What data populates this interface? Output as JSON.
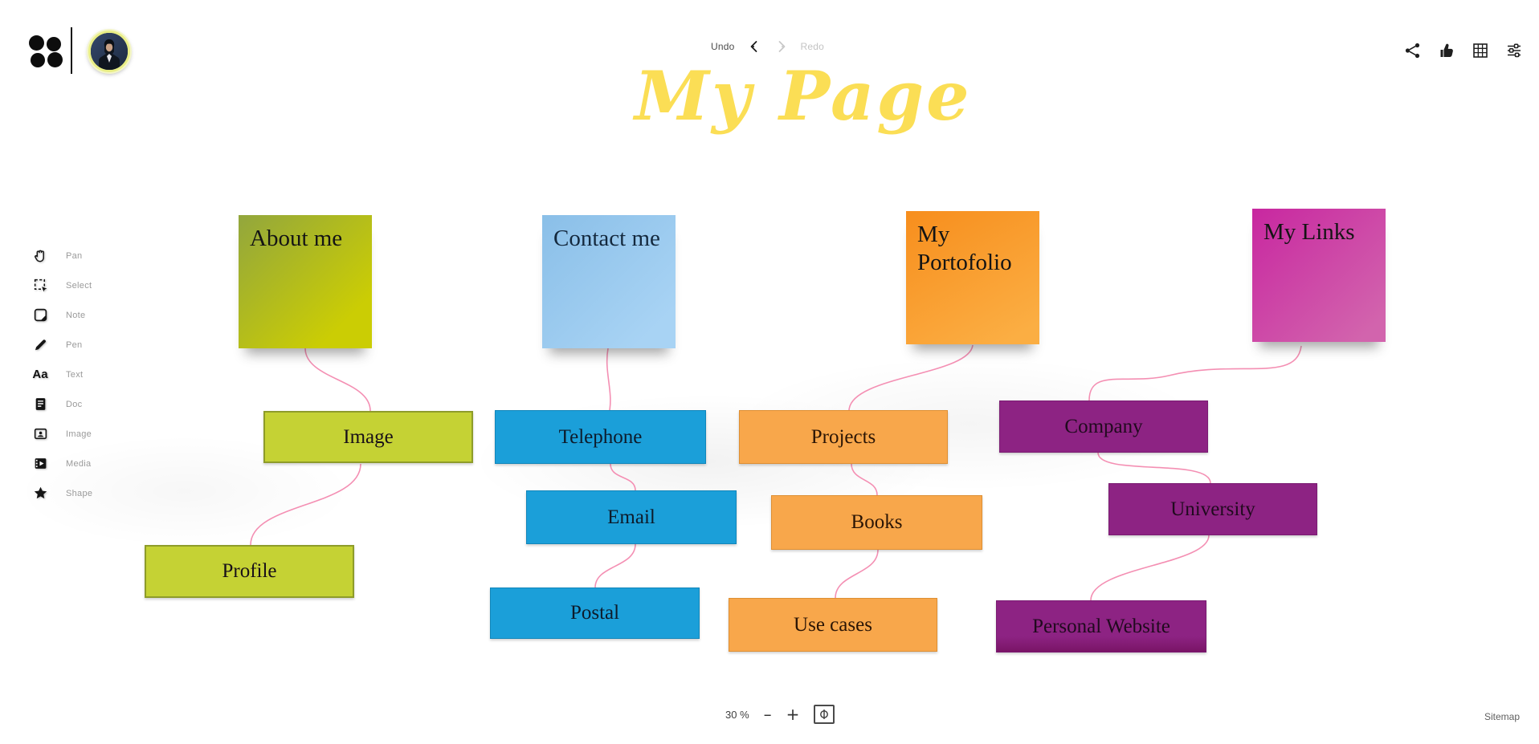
{
  "header": {
    "undo": "Undo",
    "redo": "Redo",
    "title": "My Page",
    "right_icons": [
      "share",
      "like",
      "grid",
      "settings"
    ]
  },
  "toolbar": {
    "text_glyph": "Aa",
    "items": [
      {
        "label": "Pan",
        "icon": "hand-icon"
      },
      {
        "label": "Select",
        "icon": "select-icon"
      },
      {
        "label": "Note",
        "icon": "note-icon"
      },
      {
        "label": "Pen",
        "icon": "pen-icon"
      },
      {
        "label": "Text",
        "icon": "text-icon"
      },
      {
        "label": "Doc",
        "icon": "doc-icon"
      },
      {
        "label": "Image",
        "icon": "image-icon"
      },
      {
        "label": "Media",
        "icon": "media-icon"
      },
      {
        "label": "Shape",
        "icon": "shape-icon"
      }
    ]
  },
  "canvas": {
    "sticky_notes": [
      {
        "text": "About me",
        "color": "green"
      },
      {
        "text": "Contact me",
        "color": "blue"
      },
      {
        "text": "My Portofolio",
        "color": "orange"
      },
      {
        "text": "My Links",
        "color": "pink"
      }
    ],
    "boxes": [
      {
        "text": "Image",
        "color": "green"
      },
      {
        "text": "Profile",
        "color": "green"
      },
      {
        "text": "Telephone",
        "color": "blue"
      },
      {
        "text": "Email",
        "color": "blue"
      },
      {
        "text": "Postal",
        "color": "blue"
      },
      {
        "text": "Projects",
        "color": "orange"
      },
      {
        "text": "Books",
        "color": "orange"
      },
      {
        "text": "Use cases",
        "color": "orange"
      },
      {
        "text": "Company",
        "color": "purple"
      },
      {
        "text": "University",
        "color": "purple"
      },
      {
        "text": "Personal Website",
        "color": "purple"
      }
    ],
    "connector_color": "#F48FB3"
  },
  "colors": {
    "title": "#FBDE55",
    "note_green": [
      "#92A63D",
      "#CBCD04"
    ],
    "note_blue": [
      "#8ABFE8",
      "#A8D3F4"
    ],
    "note_orange": [
      "#F78E1D",
      "#FBAE43"
    ],
    "note_pink": [
      "#C827A0",
      "#D264AD"
    ],
    "box_green": "#C5D234",
    "box_blue": "#1B9FD9",
    "box_orange": "#F8A74B",
    "box_purple": "#8D2383"
  },
  "footer": {
    "zoom_value": "30 %",
    "minus": "–",
    "plus": "+",
    "sitemap": "Sitemap"
  }
}
